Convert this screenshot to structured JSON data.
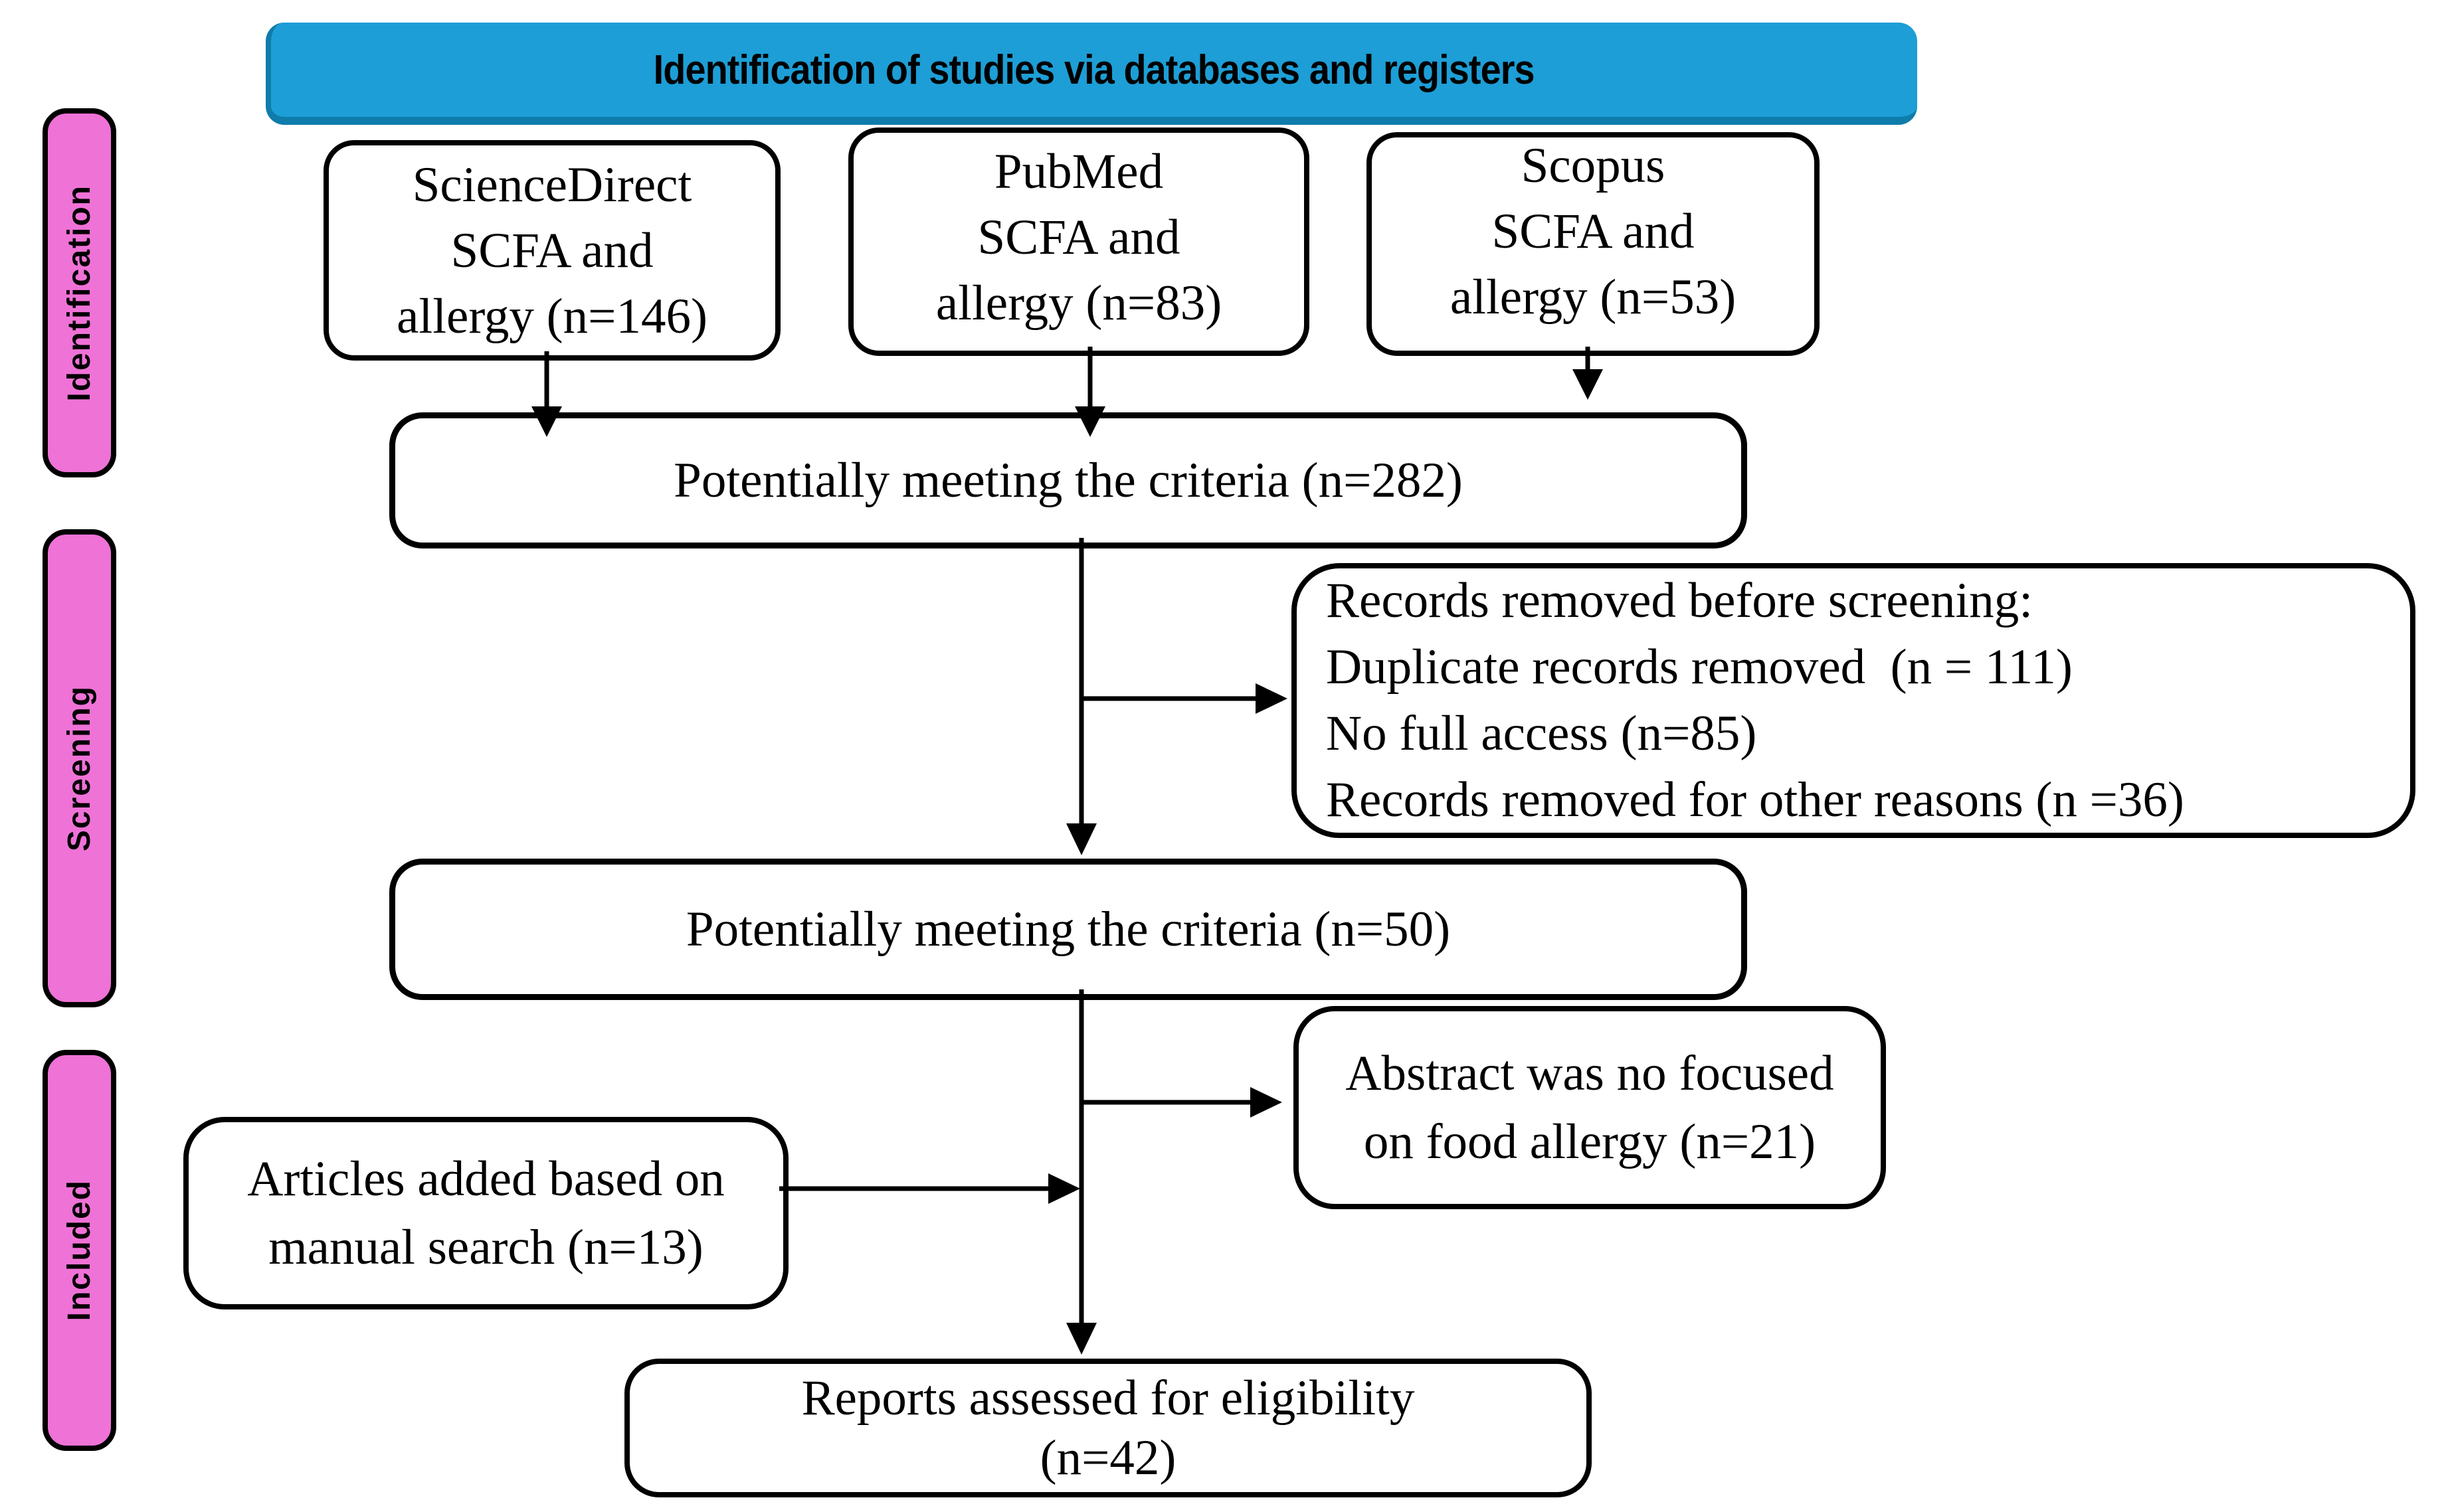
{
  "banner": {
    "label": "Identification of studies via databases and registers"
  },
  "stages": [
    {
      "label": "Identification"
    },
    {
      "label": "Screening"
    },
    {
      "label": "Included"
    }
  ],
  "sources": [
    {
      "lines": [
        "ScienceDirect",
        "SCFA and",
        "allergy (n=146)"
      ]
    },
    {
      "lines": [
        "PubMed",
        "SCFA and",
        "allergy (n=83)"
      ]
    },
    {
      "lines": [
        "Scopus",
        "SCFA and",
        "allergy (n=53)"
      ]
    }
  ],
  "flow": {
    "criteria_282": {
      "label": "Potentially meeting the criteria (n=282)"
    },
    "records_removed": {
      "lines": [
        "Records removed before screening:",
        "Duplicate records removed  (n = 111)",
        "No full access (n=85)",
        "Records removed for other reasons (n =36)"
      ]
    },
    "criteria_50": {
      "label": "Potentially meeting the criteria (n=50)"
    },
    "abstract_excluded": {
      "lines": [
        "Abstract was no focused",
        "on food allergy (n=21)"
      ]
    },
    "manual_search": {
      "lines": [
        "Articles added based on",
        "manual search (n=13)"
      ]
    },
    "reports_assessed": {
      "lines": [
        "Reports assessed for eligibility",
        "(n=42)"
      ]
    }
  },
  "colors": {
    "banner_fill": "#1d9ed6",
    "banner_edge": "#0f7cab",
    "stage_fill": "#ef72d7",
    "border": "#000000",
    "background": "#ffffff"
  }
}
